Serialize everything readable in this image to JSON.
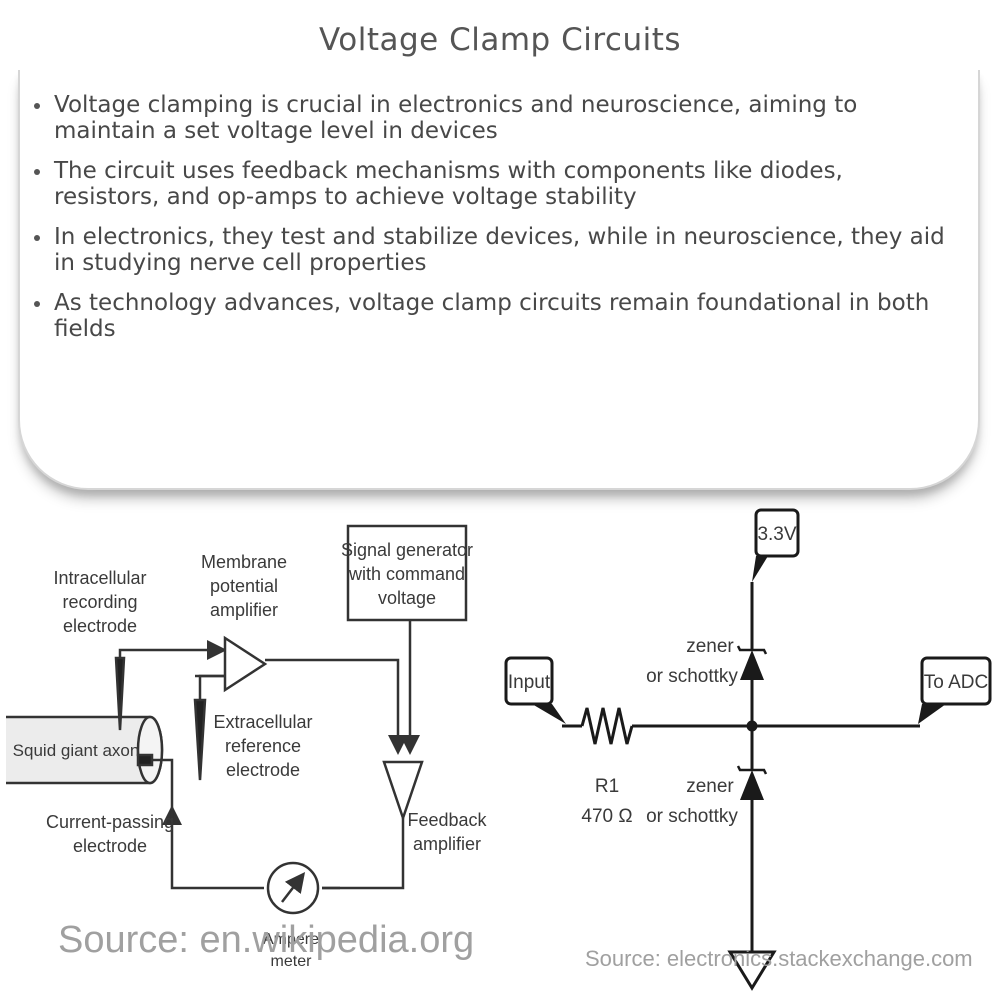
{
  "header": {
    "title": "Voltage Clamp Circuits"
  },
  "bullets": [
    "Voltage clamping is crucial in electronics and neuroscience, aiming to maintain a set voltage level in devices",
    "The circuit uses feedback mechanisms with components like diodes, resistors, and op-amps to achieve voltage stability",
    "In electronics, they test and stabilize devices, while in neuroscience, they aid in studying nerve cell properties",
    "As technology advances, voltage clamp circuits remain foundational in both fields"
  ],
  "left_diagram": {
    "intracellular_label": [
      "Intracellular",
      "recording",
      "electrode"
    ],
    "membrane_label": [
      "Membrane",
      "potential",
      "amplifier"
    ],
    "signal_label": [
      "Signal generator",
      "with command",
      "voltage"
    ],
    "axon_label": "Squid giant axon",
    "extracellular_label": [
      "Extracellular",
      "reference",
      "electrode"
    ],
    "current_label": [
      "Current-passing",
      "electrode"
    ],
    "feedback_label": [
      "Feedback",
      "amplifier"
    ],
    "ampere_label": [
      "Ampere",
      "meter"
    ],
    "source": "Source: en.wikipedia.org"
  },
  "right_diagram": {
    "supply_label": "3.3V",
    "input_label": "Input",
    "output_label": "To ADC",
    "zener_top": [
      "zener",
      "or schottky"
    ],
    "zener_bottom": [
      "zener",
      "or schottky"
    ],
    "resistor_name": "R1",
    "resistor_value": "470 Ω",
    "source": "Source: electronics.stackexchange.com"
  }
}
